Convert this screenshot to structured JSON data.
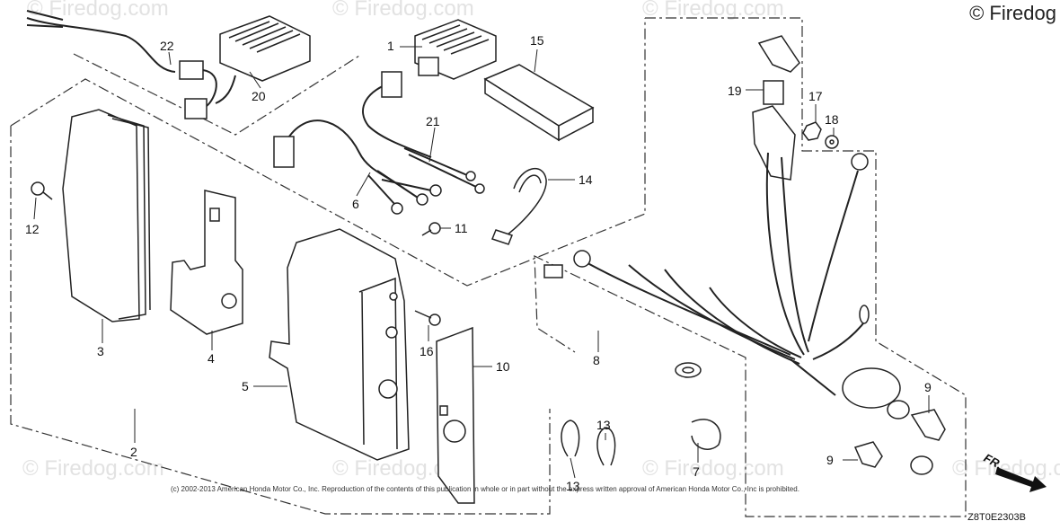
{
  "watermarks": [
    "© Firedog.com",
    "© Firedog.com",
    "© Firedog.com",
    "© Firedog.com",
    "© Firedog.com",
    "© Firedog.com",
    "© Firedog.com",
    "© Firedog.com"
  ],
  "copyright_corner": "© Firedog",
  "notice": "(c) 2002-2013 American Honda Motor Co., Inc. Reproduction of the contents of this publication in whole or in part without the express written approval of American Honda Motor Co., Inc is prohibited.",
  "diagram_code": "Z8T0E2303B",
  "direction_label": "FR.",
  "callouts": [
    {
      "id": "c1",
      "label": "1"
    },
    {
      "id": "c2",
      "label": "2"
    },
    {
      "id": "c3",
      "label": "3"
    },
    {
      "id": "c4",
      "label": "4"
    },
    {
      "id": "c5",
      "label": "5"
    },
    {
      "id": "c6",
      "label": "6"
    },
    {
      "id": "c7",
      "label": "7"
    },
    {
      "id": "c8",
      "label": "8"
    },
    {
      "id": "c9a",
      "label": "9"
    },
    {
      "id": "c9b",
      "label": "9"
    },
    {
      "id": "c10",
      "label": "10"
    },
    {
      "id": "c11",
      "label": "11"
    },
    {
      "id": "c12",
      "label": "12"
    },
    {
      "id": "c13a",
      "label": "13"
    },
    {
      "id": "c13b",
      "label": "13"
    },
    {
      "id": "c14",
      "label": "14"
    },
    {
      "id": "c15",
      "label": "15"
    },
    {
      "id": "c16",
      "label": "16"
    },
    {
      "id": "c17",
      "label": "17"
    },
    {
      "id": "c18",
      "label": "18"
    },
    {
      "id": "c19",
      "label": "19"
    },
    {
      "id": "c20",
      "label": "20"
    },
    {
      "id": "c21",
      "label": "21"
    },
    {
      "id": "c22",
      "label": "22"
    }
  ]
}
